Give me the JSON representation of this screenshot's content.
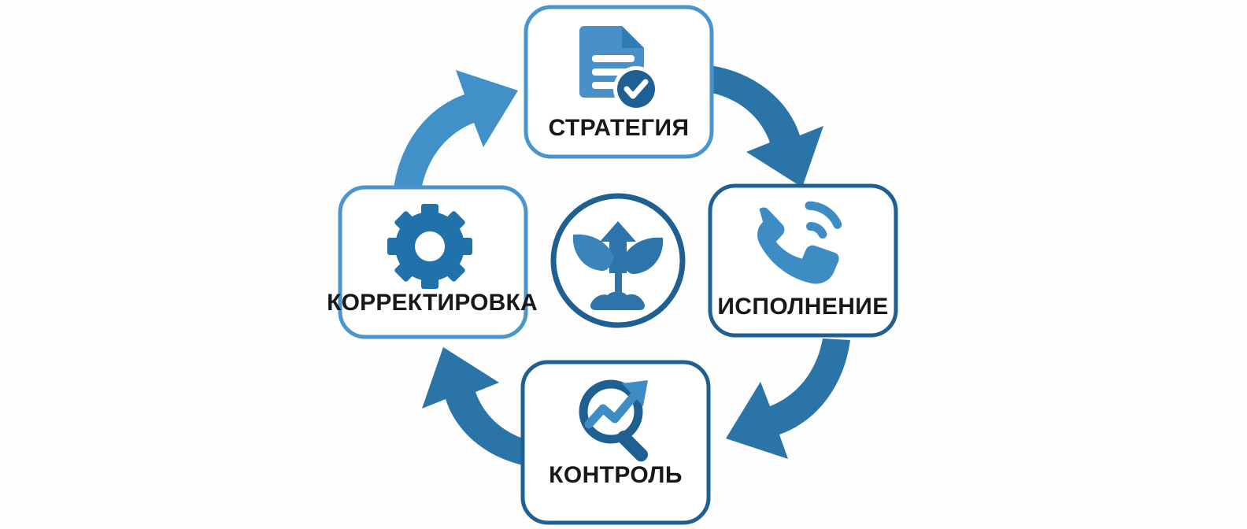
{
  "diagram": {
    "type": "cycle",
    "title_visible": false,
    "background_color": "#fdfdfd",
    "center": {
      "name": "growth-plant-icon",
      "icon": "plant-growth-arrow-icon",
      "ring_color": "#1f6092",
      "icon_color": "#2d74ab"
    },
    "nodes": [
      {
        "id": "strategy",
        "label": "СТРАТЕГИЯ",
        "position": "top",
        "icon": "document-check-icon",
        "border_color": "#4b95ce",
        "icon_primary_color": "#4a90c8",
        "icon_accent_color": "#1e6093"
      },
      {
        "id": "execution",
        "label": "ИСПОЛНЕНИЕ",
        "position": "right",
        "icon": "phone-call-icon",
        "border_color": "#1f5f92",
        "icon_primary_color": "#3d8dc4",
        "icon_accent_color": "#3d8dc4"
      },
      {
        "id": "control",
        "label": "КОНТРОЛЬ",
        "position": "bottom",
        "icon": "magnifier-chart-icon",
        "border_color": "#1f5f92",
        "icon_primary_color": "#1f6092",
        "icon_accent_color": "#3d8dc4"
      },
      {
        "id": "adjustment",
        "label": "КОРРЕКТИРОВКА",
        "position": "left",
        "icon": "gear-icon",
        "border_color": "#4b95ce",
        "icon_primary_color": "#2172ab",
        "icon_accent_color": "#2172ab"
      }
    ],
    "arrows": [
      {
        "id": "arrow-strategy-to-execution",
        "from": "strategy",
        "to": "execution",
        "direction": "clockwise",
        "color": "#2b74a8"
      },
      {
        "id": "arrow-execution-to-control",
        "from": "execution",
        "to": "control",
        "direction": "clockwise",
        "color": "#2b74a8"
      },
      {
        "id": "arrow-control-to-adjustment",
        "from": "control",
        "to": "adjustment",
        "direction": "clockwise",
        "color": "#2b74a8"
      },
      {
        "id": "arrow-adjustment-to-strategy",
        "from": "adjustment",
        "to": "strategy",
        "direction": "clockwise",
        "color": "#4190c8"
      }
    ]
  }
}
